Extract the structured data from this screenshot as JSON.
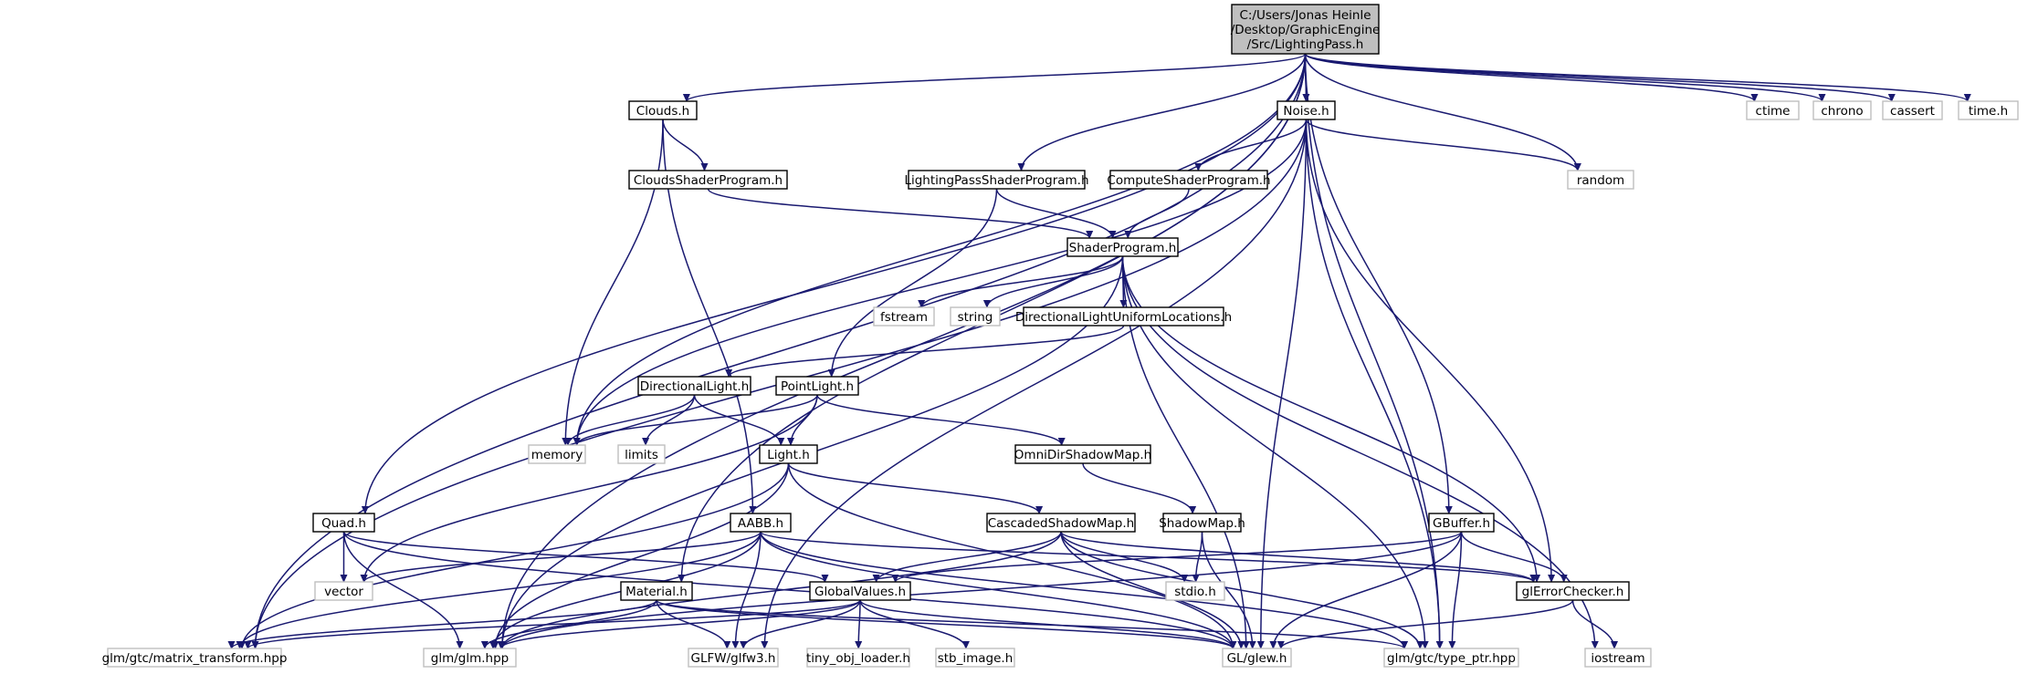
{
  "colors": {
    "edge": "#191970",
    "root_fill": "#bfbfbf",
    "project_border": "#000000",
    "system_border": "#bfbfbf",
    "system_text": "#555555",
    "background": "#ffffff"
  },
  "nodes": [
    {
      "id": "root",
      "lines": [
        "C:/Users/Jonas Heinle",
        "/Desktop/GraphicEngine",
        "/Src/LightingPass.h"
      ],
      "kind": "root"
    },
    {
      "id": "clouds",
      "lines": [
        "Clouds.h"
      ],
      "kind": "project"
    },
    {
      "id": "noise",
      "lines": [
        "Noise.h"
      ],
      "kind": "project"
    },
    {
      "id": "cloudssp",
      "lines": [
        "CloudsShaderProgram.h"
      ],
      "kind": "project"
    },
    {
      "id": "lpsp",
      "lines": [
        "LightingPassShaderProgram.h"
      ],
      "kind": "project"
    },
    {
      "id": "csp",
      "lines": [
        "ComputeShaderProgram.h"
      ],
      "kind": "project"
    },
    {
      "id": "sp",
      "lines": [
        "ShaderProgram.h"
      ],
      "kind": "project"
    },
    {
      "id": "dlul",
      "lines": [
        "DirectionalLightUniformLocations.h"
      ],
      "kind": "project"
    },
    {
      "id": "dl",
      "lines": [
        "DirectionalLight.h"
      ],
      "kind": "project"
    },
    {
      "id": "pl",
      "lines": [
        "PointLight.h"
      ],
      "kind": "project"
    },
    {
      "id": "light",
      "lines": [
        "Light.h"
      ],
      "kind": "project"
    },
    {
      "id": "odsm",
      "lines": [
        "OmniDirShadowMap.h"
      ],
      "kind": "project"
    },
    {
      "id": "csm",
      "lines": [
        "CascadedShadowMap.h"
      ],
      "kind": "project"
    },
    {
      "id": "sm",
      "lines": [
        "ShadowMap.h"
      ],
      "kind": "project"
    },
    {
      "id": "quad",
      "lines": [
        "Quad.h"
      ],
      "kind": "project"
    },
    {
      "id": "aabb",
      "lines": [
        "AABB.h"
      ],
      "kind": "project"
    },
    {
      "id": "gbuf",
      "lines": [
        "GBuffer.h"
      ],
      "kind": "project"
    },
    {
      "id": "glerr",
      "lines": [
        "glErrorChecker.h"
      ],
      "kind": "project"
    },
    {
      "id": "mat",
      "lines": [
        "Material.h"
      ],
      "kind": "project"
    },
    {
      "id": "gv",
      "lines": [
        "GlobalValues.h"
      ],
      "kind": "project"
    },
    {
      "id": "ctime",
      "lines": [
        "ctime"
      ],
      "kind": "system"
    },
    {
      "id": "chrono",
      "lines": [
        "chrono"
      ],
      "kind": "system"
    },
    {
      "id": "cassert",
      "lines": [
        "cassert"
      ],
      "kind": "system"
    },
    {
      "id": "timeh",
      "lines": [
        "time.h"
      ],
      "kind": "system"
    },
    {
      "id": "random",
      "lines": [
        "random"
      ],
      "kind": "system"
    },
    {
      "id": "fstream",
      "lines": [
        "fstream"
      ],
      "kind": "system"
    },
    {
      "id": "string",
      "lines": [
        "string"
      ],
      "kind": "system"
    },
    {
      "id": "memory",
      "lines": [
        "memory"
      ],
      "kind": "system"
    },
    {
      "id": "limits",
      "lines": [
        "limits"
      ],
      "kind": "system"
    },
    {
      "id": "vector",
      "lines": [
        "vector"
      ],
      "kind": "system"
    },
    {
      "id": "stdio",
      "lines": [
        "stdio.h"
      ],
      "kind": "system"
    },
    {
      "id": "iostream",
      "lines": [
        "iostream"
      ],
      "kind": "system"
    },
    {
      "id": "glmmt",
      "lines": [
        "glm/gtc/matrix_transform.hpp"
      ],
      "kind": "system"
    },
    {
      "id": "glm",
      "lines": [
        "glm/glm.hpp"
      ],
      "kind": "system"
    },
    {
      "id": "glfw",
      "lines": [
        "GLFW/glfw3.h"
      ],
      "kind": "system"
    },
    {
      "id": "tol",
      "lines": [
        "tiny_obj_loader.h"
      ],
      "kind": "system"
    },
    {
      "id": "stbi",
      "lines": [
        "stb_image.h"
      ],
      "kind": "system"
    },
    {
      "id": "glew",
      "lines": [
        "GL/glew.h"
      ],
      "kind": "system"
    },
    {
      "id": "typeptr",
      "lines": [
        "glm/gtc/type_ptr.hpp"
      ],
      "kind": "system"
    }
  ],
  "edges": [
    [
      "root",
      "clouds"
    ],
    [
      "root",
      "noise"
    ],
    [
      "root",
      "lpsp"
    ],
    [
      "root",
      "memory"
    ],
    [
      "root",
      "mat"
    ],
    [
      "root",
      "quad"
    ],
    [
      "root",
      "glmmt"
    ],
    [
      "root",
      "glm"
    ],
    [
      "root",
      "random"
    ],
    [
      "root",
      "gbuf"
    ],
    [
      "root",
      "ctime"
    ],
    [
      "root",
      "chrono"
    ],
    [
      "root",
      "cassert"
    ],
    [
      "root",
      "timeh"
    ],
    [
      "root",
      "typeptr"
    ],
    [
      "clouds",
      "cloudssp"
    ],
    [
      "clouds",
      "memory"
    ],
    [
      "clouds",
      "aabb"
    ],
    [
      "cloudssp",
      "sp"
    ],
    [
      "noise",
      "csp"
    ],
    [
      "noise",
      "random"
    ],
    [
      "noise",
      "glerr"
    ],
    [
      "noise",
      "typeptr"
    ],
    [
      "noise",
      "glew"
    ],
    [
      "noise",
      "memory"
    ],
    [
      "noise",
      "glmmt"
    ],
    [
      "noise",
      "glfw"
    ],
    [
      "lpsp",
      "sp"
    ],
    [
      "lpsp",
      "pl"
    ],
    [
      "csp",
      "sp"
    ],
    [
      "sp",
      "fstream"
    ],
    [
      "sp",
      "string"
    ],
    [
      "sp",
      "dlul"
    ],
    [
      "sp",
      "glew"
    ],
    [
      "sp",
      "glerr"
    ],
    [
      "sp",
      "iostream"
    ],
    [
      "sp",
      "typeptr"
    ],
    [
      "sp",
      "glm"
    ],
    [
      "dlul",
      "dl"
    ],
    [
      "dl",
      "memory"
    ],
    [
      "dl",
      "limits"
    ],
    [
      "dl",
      "light"
    ],
    [
      "pl",
      "memory"
    ],
    [
      "pl",
      "light"
    ],
    [
      "pl",
      "odsm"
    ],
    [
      "pl",
      "vector"
    ],
    [
      "light",
      "csm"
    ],
    [
      "light",
      "glm"
    ],
    [
      "light",
      "glew"
    ],
    [
      "light",
      "glmmt"
    ],
    [
      "odsm",
      "sm"
    ],
    [
      "sm",
      "stdio"
    ],
    [
      "sm",
      "glew"
    ],
    [
      "csm",
      "gv"
    ],
    [
      "csm",
      "glerr"
    ],
    [
      "csm",
      "glew"
    ],
    [
      "csm",
      "stdio"
    ],
    [
      "csm",
      "typeptr"
    ],
    [
      "csm",
      "glm"
    ],
    [
      "quad",
      "vector"
    ],
    [
      "quad",
      "glm"
    ],
    [
      "quad",
      "gv"
    ],
    [
      "quad",
      "glew"
    ],
    [
      "aabb",
      "vector"
    ],
    [
      "aabb",
      "glm"
    ],
    [
      "aabb",
      "glmmt"
    ],
    [
      "aabb",
      "glfw"
    ],
    [
      "aabb",
      "glew"
    ],
    [
      "aabb",
      "typeptr"
    ],
    [
      "aabb",
      "glerr"
    ],
    [
      "gbuf",
      "gv"
    ],
    [
      "gbuf",
      "glew"
    ],
    [
      "gbuf",
      "typeptr"
    ],
    [
      "gbuf",
      "glerr"
    ],
    [
      "gbuf",
      "glm"
    ],
    [
      "glerr",
      "glew"
    ],
    [
      "glerr",
      "iostream"
    ],
    [
      "mat",
      "glm"
    ],
    [
      "mat",
      "glmmt"
    ],
    [
      "mat",
      "glfw"
    ],
    [
      "mat",
      "glew"
    ],
    [
      "mat",
      "typeptr"
    ],
    [
      "gv",
      "glfw"
    ],
    [
      "gv",
      "tol"
    ],
    [
      "gv",
      "stbi"
    ],
    [
      "gv",
      "glm"
    ],
    [
      "gv",
      "glmmt"
    ],
    [
      "gv",
      "glew"
    ]
  ]
}
